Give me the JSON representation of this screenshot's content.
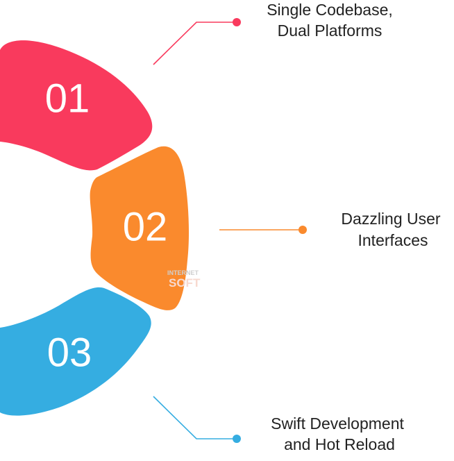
{
  "steps": [
    {
      "number": "01",
      "label_line1": "Single Codebase,",
      "label_line2": "Dual Platforms",
      "color": "#F93A5D"
    },
    {
      "number": "02",
      "label_line1": "Dazzling User",
      "label_line2": "Interfaces",
      "color": "#FA8A2D"
    },
    {
      "number": "03",
      "label_line1": "Swift Development",
      "label_line2": "and Hot Reload",
      "color": "#35ADE1"
    }
  ],
  "watermark": {
    "top": "INTERNET",
    "bottom": "SOFT"
  }
}
